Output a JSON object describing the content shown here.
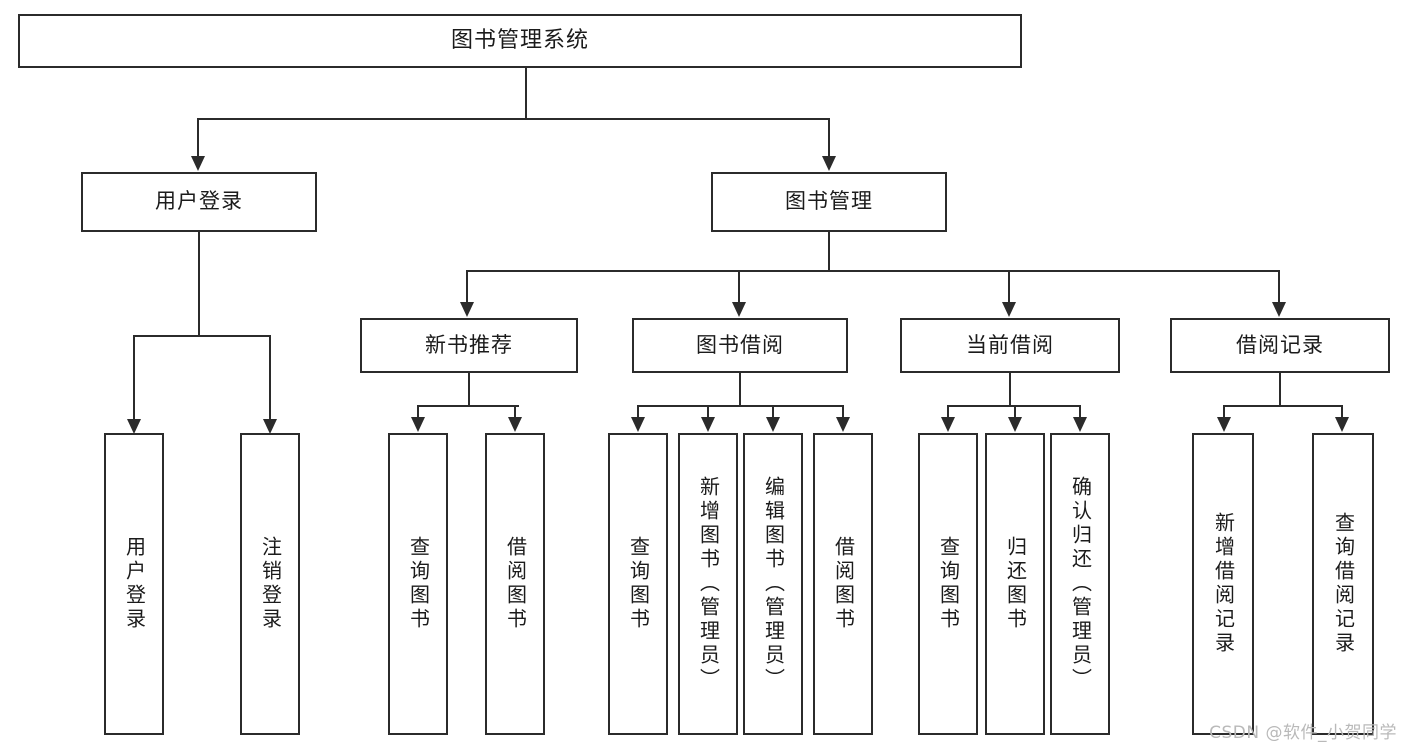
{
  "diagram": {
    "type": "tree-hierarchy",
    "title": "图书管理系统",
    "background_color": "#ffffff",
    "line_color": "#2b2b2b",
    "text_color": "#1b1b1b",
    "watermark": "CSDN @软件_小贺同学"
  },
  "root": {
    "label": "图书管理系统"
  },
  "level1": [
    {
      "id": "user-login",
      "label": "用户登录"
    },
    {
      "id": "book-management",
      "label": "图书管理"
    }
  ],
  "level2": [
    {
      "id": "new-book-recommend",
      "label": "新书推荐"
    },
    {
      "id": "book-borrow",
      "label": "图书借阅"
    },
    {
      "id": "current-borrow",
      "label": "当前借阅"
    },
    {
      "id": "borrow-record",
      "label": "借阅记录"
    }
  ],
  "leaves": {
    "user_login": [
      {
        "id": "leaf-user-login",
        "label": "用户登录"
      },
      {
        "id": "leaf-user-logout",
        "label": "注销登录"
      }
    ],
    "new_book_recommend": [
      {
        "id": "leaf-query-book-1",
        "label": "查询图书"
      },
      {
        "id": "leaf-borrow-book-1",
        "label": "借阅图书"
      }
    ],
    "book_borrow": [
      {
        "id": "leaf-query-book-2",
        "label": "查询图书"
      },
      {
        "id": "leaf-add-book",
        "label": "新增图书（管理员）"
      },
      {
        "id": "leaf-edit-book",
        "label": "编辑图书（管理员）"
      },
      {
        "id": "leaf-borrow-book-2",
        "label": "借阅图书"
      }
    ],
    "current_borrow": [
      {
        "id": "leaf-query-book-3",
        "label": "查询图书"
      },
      {
        "id": "leaf-return-book",
        "label": "归还图书"
      },
      {
        "id": "leaf-confirm-return",
        "label": "确认归还（管理员）"
      }
    ],
    "borrow_record": [
      {
        "id": "leaf-add-record",
        "label": "新增借阅记录"
      },
      {
        "id": "leaf-query-record",
        "label": "查询借阅记录"
      }
    ]
  }
}
